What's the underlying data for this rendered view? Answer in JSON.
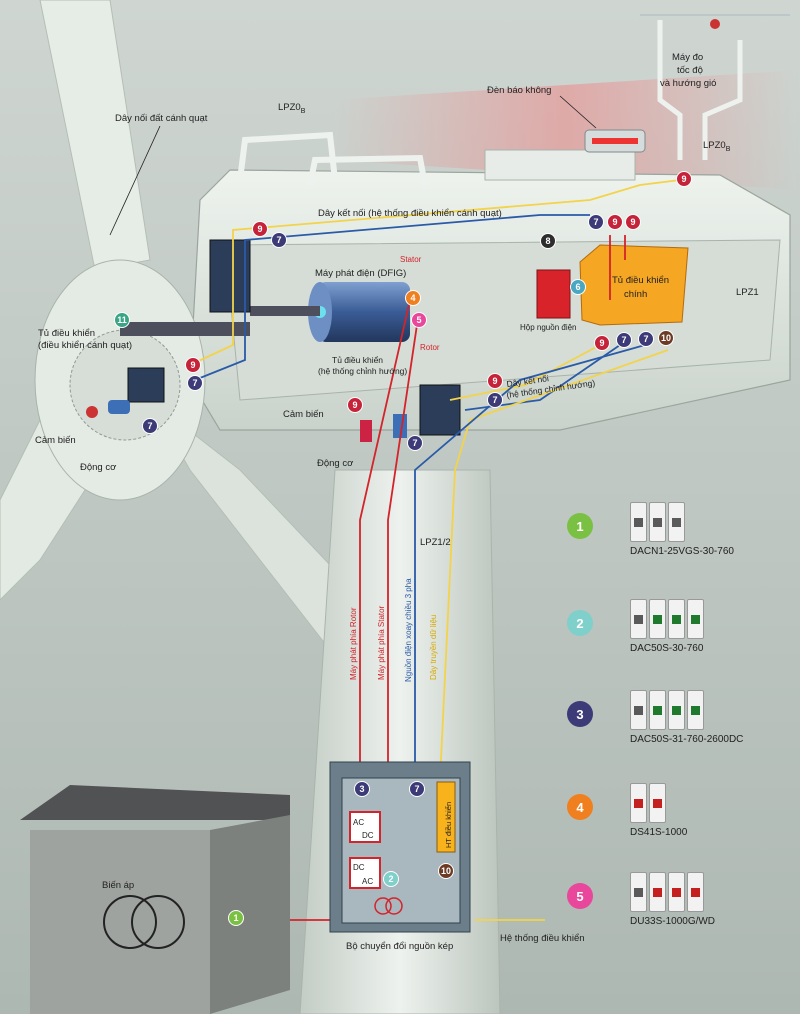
{
  "labels": {
    "blade_ground": "Dây nối đất cánh quạt",
    "lpz0b_1": "LPZ0",
    "lpz0b_2": "LPZ0",
    "sub_b": "B",
    "beacon": "Đèn báo không",
    "anemometer": [
      "Máy đo",
      "tốc độ",
      "và hướng gió"
    ],
    "connection": "Dây kết nối (hệ thống điều khiển cánh quạt)",
    "generator": "Máy phát điện (DFIG)",
    "stator": "Stator",
    "rotor": "Rotor",
    "power_box": "Hộp nguồn điện",
    "main_cabinet": [
      "Tủ điều khiển",
      "chính"
    ],
    "lpz1": "LPZ1",
    "pitch_cabinet": [
      "Tủ điều khiển",
      "(điều khiển cánh quạt)"
    ],
    "yaw_cabinet": [
      "Tủ điều khiển",
      "(hệ thống chỉnh hướng)"
    ],
    "yaw_connection": [
      "Dây kết nối",
      "(hệ thống chỉnh hướng)"
    ],
    "sensor_1": "Cảm biến",
    "sensor_2": "Cảm biến",
    "motor_1": "Động cơ",
    "motor_2": "Động cơ",
    "lpz12": "LPZ1/2",
    "v_rotor": "Máy phát phía Rotor",
    "v_stator": "Máy phát phía Stator",
    "v_dc3": "Nguồn điện xoay chiều 3 pha",
    "v_bus": "Dây truyền dữ liệu",
    "transformer": "Biến áp",
    "converter": "Bộ chuyển đổi nguồn kép",
    "control_system": "Hệ thống điều khiển",
    "ht_control": "HT điều khiển",
    "ac": "AC",
    "dc": "DC"
  },
  "legend": [
    {
      "number": "1",
      "code": "DACN1-25VGS-30-760",
      "color": "#7ac143"
    },
    {
      "number": "2",
      "code": "DAC50S-30-760",
      "color": "#7fcfcb"
    },
    {
      "number": "3",
      "code": "DAC50S-31-760-2600DC",
      "color": "#3d3a78"
    },
    {
      "number": "4",
      "code": "DS41S-1000",
      "color": "#f07f1f"
    },
    {
      "number": "5",
      "code": "DU33S-1000G/WD",
      "color": "#e8479b"
    }
  ],
  "colors": {
    "red_line": "#d4232a",
    "blue_line": "#2a5aa8",
    "yellow_line": "#f3d34a",
    "c7": "#3d3a78",
    "c9": "#c5233a",
    "c8": "#2d2d2d",
    "c10": "#6b3b23",
    "c6": "#4aa7c2",
    "c11": "#3aa584",
    "c4": "#f07f1f",
    "c5": "#e8479b",
    "c1": "#7ac143",
    "c2": "#7fcfcb"
  }
}
